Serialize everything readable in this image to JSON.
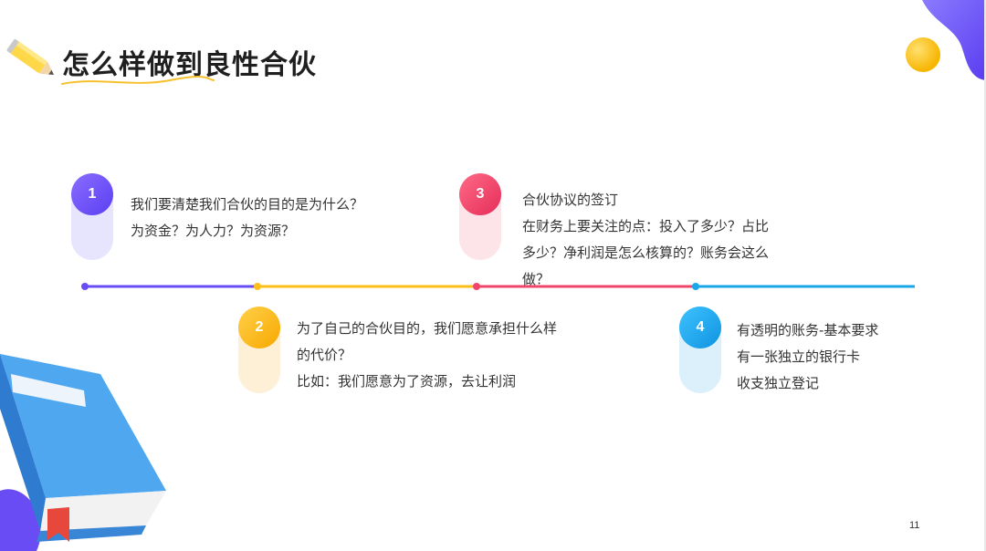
{
  "slide": {
    "title": "怎么样做到良性合伙",
    "page_number": "11"
  },
  "steps": [
    {
      "number": "1",
      "color": "#6a4cf5",
      "lines": [
        "我们要清楚我们合伙的目的是为什么？",
        "为资金？为人力？为资源？"
      ]
    },
    {
      "number": "2",
      "color": "#fbb614",
      "lines": [
        "为了自己的合伙目的，我们愿意承担什么样",
        "的代价？",
        "比如：我们愿意为了资源，去让利润"
      ]
    },
    {
      "number": "3",
      "color": "#f2456c",
      "lines": [
        "合伙协议的签订",
        "在财务上要关注的点：投入了多少？占比",
        "多少？净利润是怎么核算的？账务会这么",
        "做？"
      ]
    },
    {
      "number": "4",
      "color": "#1aa7ea",
      "lines": [
        "有透明的账务-基本要求",
        "有一张独立的银行卡",
        "收支独立登记"
      ]
    }
  ],
  "icons": [
    "pencil-icon",
    "book-icon"
  ]
}
